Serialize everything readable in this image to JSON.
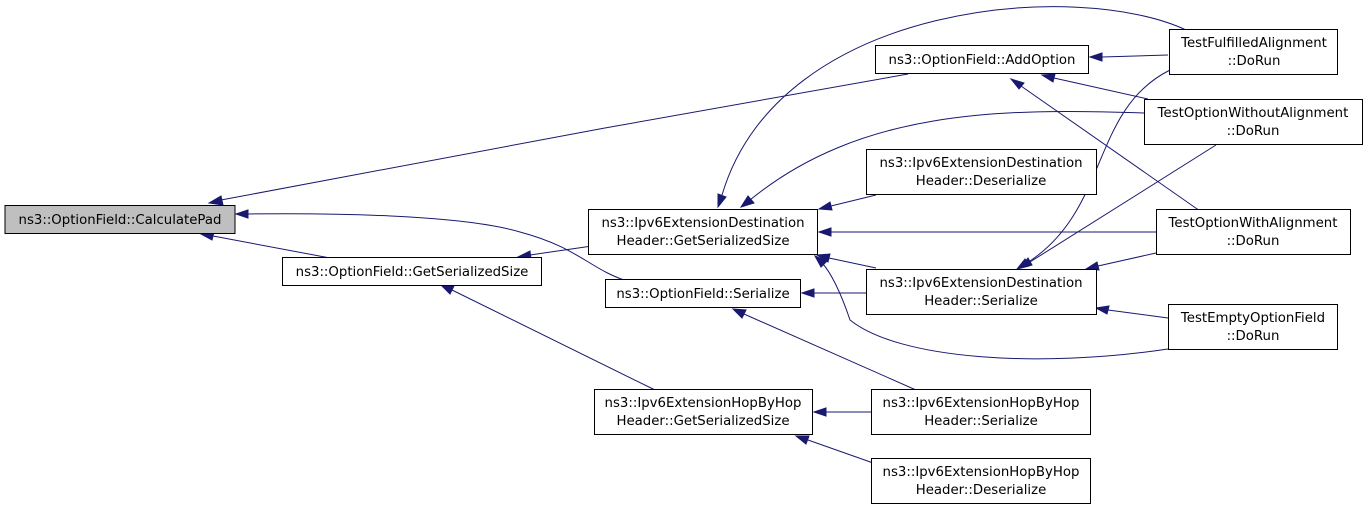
{
  "colors": {
    "edge": "#191970",
    "node_border": "#000000",
    "root_fill": "#bfbfbf",
    "node_fill": "#ffffff"
  },
  "nodes": {
    "calculate_pad": [
      "ns3::OptionField::CalculatePad"
    ],
    "option_get_serialized_size": [
      "ns3::OptionField::GetSerializedSize"
    ],
    "add_option": [
      "ns3::OptionField::AddOption"
    ],
    "dest_get_serialized_size": [
      "ns3::Ipv6ExtensionDestination",
      "Header::GetSerializedSize"
    ],
    "option_serialize": [
      "ns3::OptionField::Serialize"
    ],
    "hop_get_serialized_size": [
      "ns3::Ipv6ExtensionHopByHop",
      "Header::GetSerializedSize"
    ],
    "dest_deserialize": [
      "ns3::Ipv6ExtensionDestination",
      "Header::Deserialize"
    ],
    "dest_serialize": [
      "ns3::Ipv6ExtensionDestination",
      "Header::Serialize"
    ],
    "hop_serialize": [
      "ns3::Ipv6ExtensionHopByHop",
      "Header::Serialize"
    ],
    "hop_deserialize": [
      "ns3::Ipv6ExtensionHopByHop",
      "Header::Deserialize"
    ],
    "test_fulfilled_alignment": [
      "TestFulfilledAlignment",
      "::DoRun"
    ],
    "test_option_without_alignment": [
      "TestOptionWithoutAlignment",
      "::DoRun"
    ],
    "test_option_with_alignment": [
      "TestOptionWithAlignment",
      "::DoRun"
    ],
    "test_empty_option_field": [
      "TestEmptyOptionField",
      "::DoRun"
    ]
  }
}
